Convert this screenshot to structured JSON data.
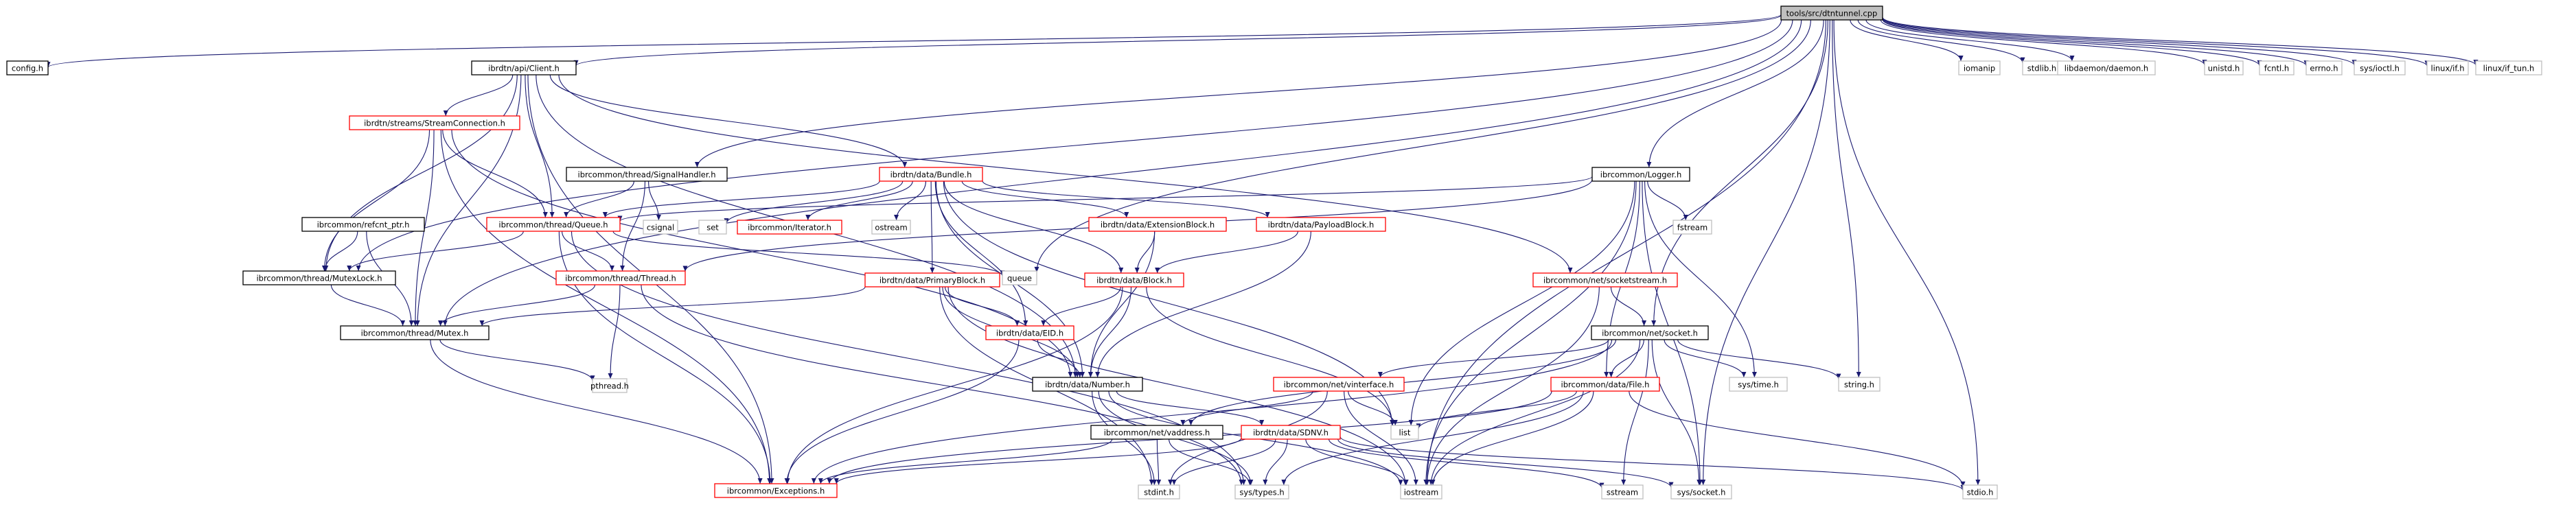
{
  "title": "tools/src/dtntunnel.cpp",
  "colors": {
    "root_fill": "#bfbfbf",
    "border_black": "#000000",
    "border_red": "#ff0000",
    "border_gray": "#bfbfbf",
    "edge": "#191970",
    "text": "#000000"
  },
  "nodes": [
    {
      "id": "root",
      "label": "tools/src/dtntunnel.cpp",
      "style": "root"
    },
    {
      "id": "config",
      "label": "config.h",
      "style": "black"
    },
    {
      "id": "client",
      "label": "ibrdtn/api/Client.h",
      "style": "black"
    },
    {
      "id": "iomanip",
      "label": "iomanip",
      "style": "gray"
    },
    {
      "id": "stdlib",
      "label": "stdlib.h",
      "style": "gray"
    },
    {
      "id": "daemon",
      "label": "libdaemon/daemon.h",
      "style": "gray"
    },
    {
      "id": "unistd",
      "label": "unistd.h",
      "style": "gray"
    },
    {
      "id": "fcntl",
      "label": "fcntl.h",
      "style": "gray"
    },
    {
      "id": "errno",
      "label": "errno.h",
      "style": "gray"
    },
    {
      "id": "ioctl",
      "label": "sys/ioctl.h",
      "style": "gray"
    },
    {
      "id": "linuxif",
      "label": "linux/if.h",
      "style": "gray"
    },
    {
      "id": "iftun",
      "label": "linux/if_tun.h",
      "style": "gray"
    },
    {
      "id": "streamconn",
      "label": "ibrdtn/streams/StreamConnection.h",
      "style": "red"
    },
    {
      "id": "sighandler",
      "label": "ibrcommon/thread/SignalHandler.h",
      "style": "black"
    },
    {
      "id": "bundle",
      "label": "ibrdtn/data/Bundle.h",
      "style": "red"
    },
    {
      "id": "logger",
      "label": "ibrcommon/Logger.h",
      "style": "black"
    },
    {
      "id": "refcnt",
      "label": "ibrcommon/refcnt_ptr.h",
      "style": "black"
    },
    {
      "id": "queue_h",
      "label": "ibrcommon/thread/Queue.h",
      "style": "red"
    },
    {
      "id": "csignal",
      "label": "csignal",
      "style": "gray"
    },
    {
      "id": "set",
      "label": "set",
      "style": "gray"
    },
    {
      "id": "iterator",
      "label": "ibrcommon/Iterator.h",
      "style": "red"
    },
    {
      "id": "ostream",
      "label": "ostream",
      "style": "gray"
    },
    {
      "id": "extblock",
      "label": "ibrdtn/data/ExtensionBlock.h",
      "style": "red"
    },
    {
      "id": "payload",
      "label": "ibrdtn/data/PayloadBlock.h",
      "style": "red"
    },
    {
      "id": "fstream",
      "label": "fstream",
      "style": "gray"
    },
    {
      "id": "mutexlock",
      "label": "ibrcommon/thread/MutexLock.h",
      "style": "black"
    },
    {
      "id": "queue",
      "label": "queue",
      "style": "gray"
    },
    {
      "id": "thread",
      "label": "ibrcommon/thread/Thread.h",
      "style": "red"
    },
    {
      "id": "primary",
      "label": "ibrdtn/data/PrimaryBlock.h",
      "style": "red"
    },
    {
      "id": "block",
      "label": "ibrdtn/data/Block.h",
      "style": "red"
    },
    {
      "id": "sockstream",
      "label": "ibrcommon/net/socketstream.h",
      "style": "red"
    },
    {
      "id": "mutex",
      "label": "ibrcommon/thread/Mutex.h",
      "style": "black"
    },
    {
      "id": "eid",
      "label": "ibrdtn/data/EID.h",
      "style": "red"
    },
    {
      "id": "socket",
      "label": "ibrcommon/net/socket.h",
      "style": "black"
    },
    {
      "id": "number",
      "label": "ibrdtn/data/Number.h",
      "style": "black"
    },
    {
      "id": "vinterface",
      "label": "ibrcommon/net/vinterface.h",
      "style": "red"
    },
    {
      "id": "file",
      "label": "ibrcommon/data/File.h",
      "style": "red"
    },
    {
      "id": "systime",
      "label": "sys/time.h",
      "style": "gray"
    },
    {
      "id": "string",
      "label": "string.h",
      "style": "gray"
    },
    {
      "id": "pthread",
      "label": "pthread.h",
      "style": "gray"
    },
    {
      "id": "list",
      "label": "list",
      "style": "gray"
    },
    {
      "id": "vaddress",
      "label": "ibrcommon/net/vaddress.h",
      "style": "black"
    },
    {
      "id": "sdnv",
      "label": "ibrdtn/data/SDNV.h",
      "style": "red"
    },
    {
      "id": "exceptions",
      "label": "ibrcommon/Exceptions.h",
      "style": "red"
    },
    {
      "id": "stdint",
      "label": "stdint.h",
      "style": "gray"
    },
    {
      "id": "systypes",
      "label": "sys/types.h",
      "style": "gray"
    },
    {
      "id": "iostream",
      "label": "iostream",
      "style": "gray"
    },
    {
      "id": "sstream",
      "label": "sstream",
      "style": "gray"
    },
    {
      "id": "syssocket",
      "label": "sys/socket.h",
      "style": "gray"
    },
    {
      "id": "stdio",
      "label": "stdio.h",
      "style": "gray"
    }
  ],
  "edges": [
    [
      "root",
      "config"
    ],
    [
      "root",
      "client"
    ],
    [
      "root",
      "mutexlock"
    ],
    [
      "root",
      "mutex"
    ],
    [
      "root",
      "sighandler"
    ],
    [
      "root",
      "queue"
    ],
    [
      "root",
      "logger"
    ],
    [
      "root",
      "socket"
    ],
    [
      "root",
      "iomanip"
    ],
    [
      "root",
      "stdlib"
    ],
    [
      "root",
      "daemon"
    ],
    [
      "root",
      "unistd"
    ],
    [
      "root",
      "fcntl"
    ],
    [
      "root",
      "errno"
    ],
    [
      "root",
      "ioctl"
    ],
    [
      "root",
      "linuxif"
    ],
    [
      "root",
      "iftun"
    ],
    [
      "root",
      "string"
    ],
    [
      "root",
      "iostream"
    ],
    [
      "root",
      "syssocket"
    ],
    [
      "root",
      "stdio"
    ],
    [
      "client",
      "streamconn"
    ],
    [
      "client",
      "bundle"
    ],
    [
      "client",
      "queue_h"
    ],
    [
      "client",
      "mutexlock"
    ],
    [
      "client",
      "mutex"
    ],
    [
      "client",
      "exceptions"
    ],
    [
      "client",
      "sockstream"
    ],
    [
      "client",
      "number"
    ],
    [
      "streamconn",
      "queue_h"
    ],
    [
      "streamconn",
      "mutexlock"
    ],
    [
      "streamconn",
      "mutex"
    ],
    [
      "streamconn",
      "exceptions"
    ],
    [
      "streamconn",
      "number"
    ],
    [
      "sighandler",
      "queue_h"
    ],
    [
      "sighandler",
      "csignal"
    ],
    [
      "sighandler",
      "thread"
    ],
    [
      "bundle",
      "queue_h"
    ],
    [
      "bundle",
      "set"
    ],
    [
      "bundle",
      "iterator"
    ],
    [
      "bundle",
      "ostream"
    ],
    [
      "bundle",
      "extblock"
    ],
    [
      "bundle",
      "payload"
    ],
    [
      "bundle",
      "primary"
    ],
    [
      "bundle",
      "block"
    ],
    [
      "bundle",
      "eid"
    ],
    [
      "bundle",
      "number"
    ],
    [
      "bundle",
      "list"
    ],
    [
      "logger",
      "queue_h"
    ],
    [
      "logger",
      "fstream"
    ],
    [
      "logger",
      "thread"
    ],
    [
      "logger",
      "file"
    ],
    [
      "logger",
      "systime"
    ],
    [
      "logger",
      "iostream"
    ],
    [
      "logger",
      "list"
    ],
    [
      "logger",
      "syssocket"
    ],
    [
      "refcnt",
      "mutexlock"
    ],
    [
      "refcnt",
      "mutex"
    ],
    [
      "queue_h",
      "mutexlock"
    ],
    [
      "queue_h",
      "queue"
    ],
    [
      "queue_h",
      "thread"
    ],
    [
      "queue_h",
      "exceptions"
    ],
    [
      "queue_h",
      "systypes"
    ],
    [
      "extblock",
      "block"
    ],
    [
      "extblock",
      "number"
    ],
    [
      "payload",
      "block"
    ],
    [
      "payload",
      "number"
    ],
    [
      "mutexlock",
      "mutex"
    ],
    [
      "thread",
      "mutex"
    ],
    [
      "thread",
      "pthread"
    ],
    [
      "thread",
      "systypes"
    ],
    [
      "primary",
      "mutex"
    ],
    [
      "primary",
      "eid"
    ],
    [
      "primary",
      "number"
    ],
    [
      "primary",
      "stdint"
    ],
    [
      "primary",
      "iostream"
    ],
    [
      "block",
      "eid"
    ],
    [
      "block",
      "number"
    ],
    [
      "block",
      "exceptions"
    ],
    [
      "block",
      "list"
    ],
    [
      "sockstream",
      "socket"
    ],
    [
      "sockstream",
      "iostream"
    ],
    [
      "mutex",
      "pthread"
    ],
    [
      "mutex",
      "exceptions"
    ],
    [
      "eid",
      "number"
    ],
    [
      "eid",
      "exceptions"
    ],
    [
      "socket",
      "vinterface"
    ],
    [
      "socket",
      "vaddress"
    ],
    [
      "socket",
      "file"
    ],
    [
      "socket",
      "systime"
    ],
    [
      "socket",
      "string"
    ],
    [
      "socket",
      "exceptions"
    ],
    [
      "socket",
      "sstream"
    ],
    [
      "socket",
      "syssocket"
    ],
    [
      "socket",
      "iostream"
    ],
    [
      "number",
      "sdnv"
    ],
    [
      "number",
      "stdint"
    ],
    [
      "number",
      "systypes"
    ],
    [
      "number",
      "iostream"
    ],
    [
      "vinterface",
      "vaddress"
    ],
    [
      "vinterface",
      "list"
    ],
    [
      "vinterface",
      "stdint"
    ],
    [
      "vinterface",
      "iostream"
    ],
    [
      "file",
      "list"
    ],
    [
      "file",
      "exceptions"
    ],
    [
      "file",
      "systypes"
    ],
    [
      "file",
      "iostream"
    ],
    [
      "file",
      "stdio"
    ],
    [
      "vaddress",
      "exceptions"
    ],
    [
      "vaddress",
      "stdint"
    ],
    [
      "vaddress",
      "systypes"
    ],
    [
      "sdnv",
      "exceptions"
    ],
    [
      "sdnv",
      "stdint"
    ],
    [
      "sdnv",
      "systypes"
    ],
    [
      "sdnv",
      "iostream"
    ],
    [
      "sdnv",
      "sstream"
    ],
    [
      "sdnv",
      "syssocket"
    ],
    [
      "sdnv",
      "stdio"
    ]
  ]
}
